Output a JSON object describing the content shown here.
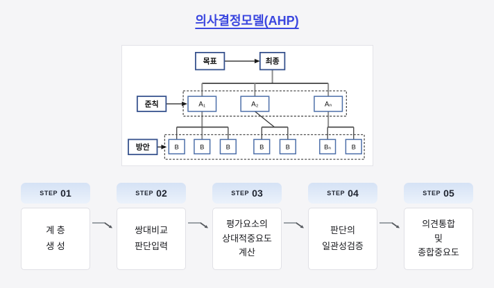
{
  "title": "의사결정모델(AHP)",
  "colors": {
    "title_blue": "#3a46df",
    "node_border_blue": "#4a6da8",
    "badge_blue": "#d5e2f5",
    "background": "#f5f5f7"
  },
  "diagram": {
    "goal": "목표",
    "final": "최종",
    "criteria": "준칙",
    "alternative": "방안",
    "a_nodes": [
      "A₁",
      "A₂",
      "Aₙ"
    ],
    "b_nodes": [
      "B",
      "B",
      "B",
      "B",
      "B",
      "Bₙ",
      "B"
    ]
  },
  "steps": [
    {
      "label": "STEP",
      "number": "01",
      "text": "계 층\n생 성"
    },
    {
      "label": "STEP",
      "number": "02",
      "text": "쌍대비교\n판단입력"
    },
    {
      "label": "STEP",
      "number": "03",
      "text": "평가요소의\n상대적중요도\n계산"
    },
    {
      "label": "STEP",
      "number": "04",
      "text": "판단의\n일관성검증"
    },
    {
      "label": "STEP",
      "number": "05",
      "text": "의견통합\n및\n종합중요도"
    }
  ]
}
